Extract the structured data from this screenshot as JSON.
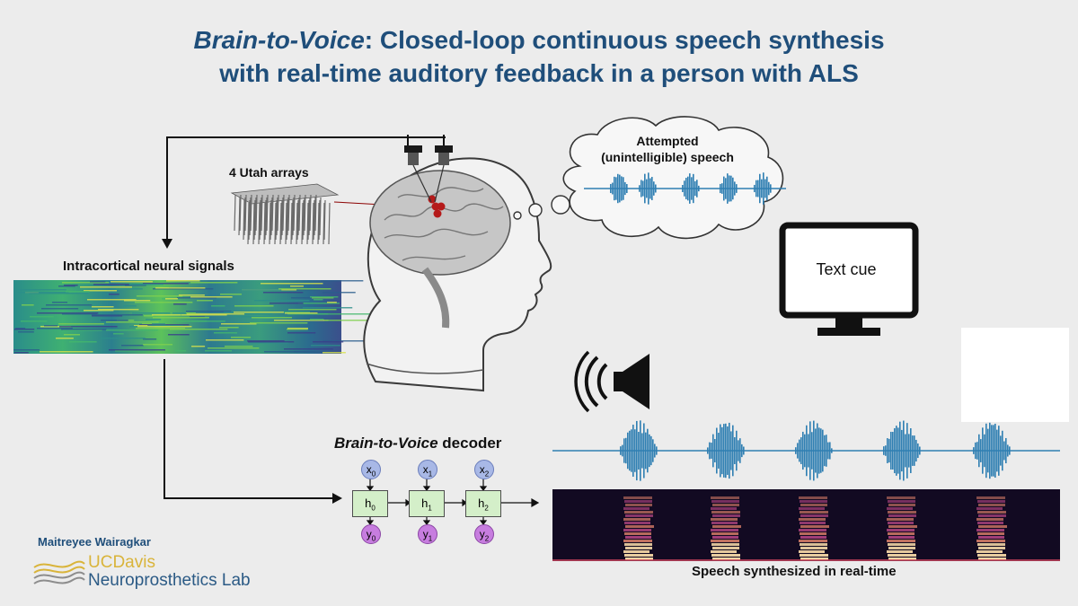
{
  "title": {
    "italic": "Brain-to-Voice",
    "line1_rest": ": Closed-loop continuous speech synthesis",
    "line2": "with real-time auditory feedback in a person with ALS"
  },
  "labels": {
    "utah_arrays": "4 Utah arrays",
    "neural_signals": "Intracortical neural signals",
    "thought": "Attempted (unintelligible) speech",
    "text_cue": "Text cue",
    "decoder_italic": "Brain-to-Voice",
    "decoder_rest": " decoder",
    "synth": "Speech synthesized in real-time",
    "author": "Maitreyee Wairagkar",
    "lab_line1": "UCDavis",
    "lab_line2": "Neuroprosthetics Lab"
  },
  "rnn": {
    "inputs": [
      "x0",
      "x1",
      "x2"
    ],
    "hidden": [
      "h0",
      "h1",
      "h2"
    ],
    "outputs": [
      "y0",
      "y1",
      "y2"
    ]
  },
  "colors": {
    "title": "#1f4e7a",
    "waveform": "#2f7fb2",
    "rnn_input": "#a8b8e6",
    "rnn_output": "#c77ddf",
    "rnn_hidden": "#d4efc9"
  }
}
